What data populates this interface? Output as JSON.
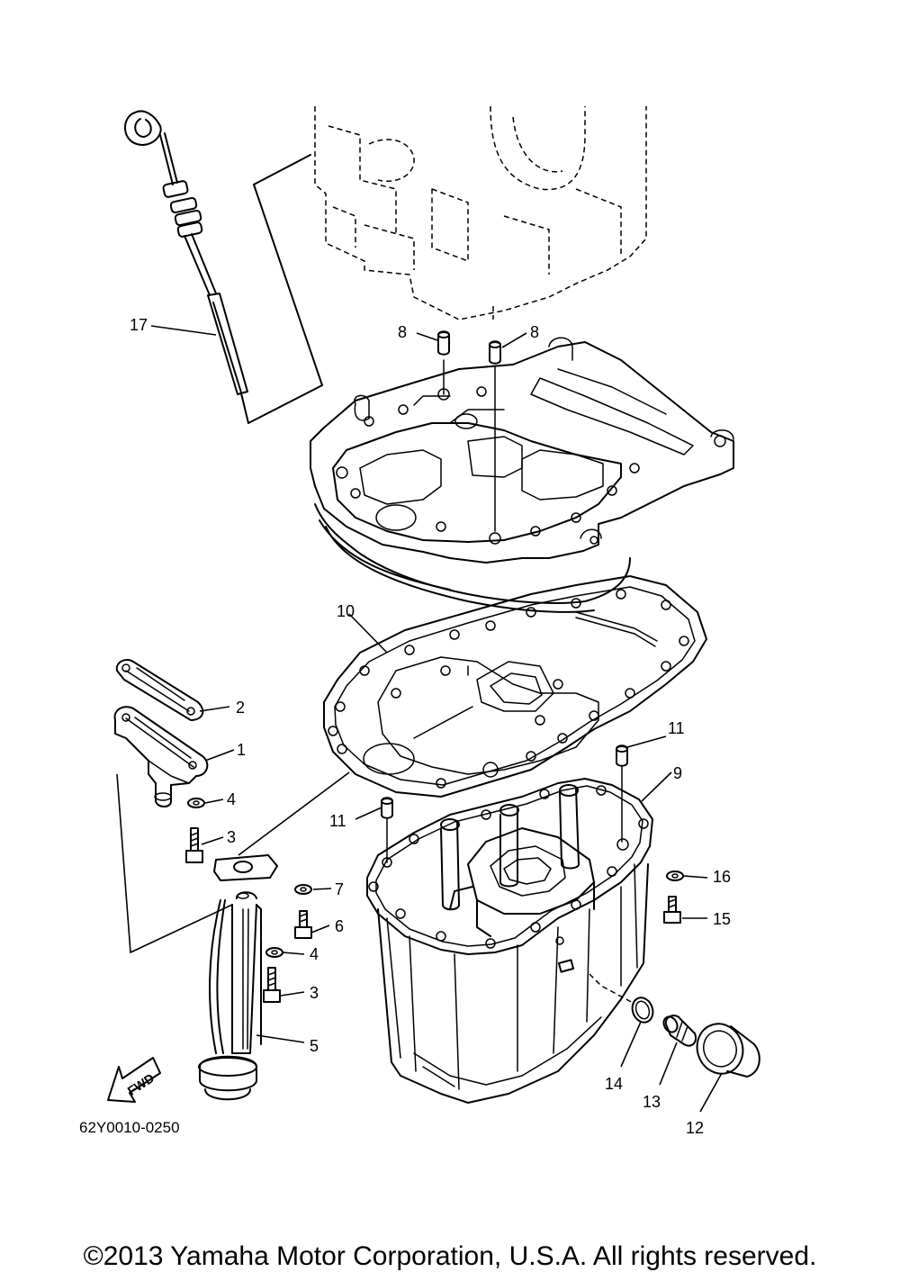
{
  "diagram": {
    "part_code": "62Y0010-0250",
    "fwd_label": "FWD",
    "copyright": "©2013 Yamaha Motor Corporation, U.S.A. All rights reserved.",
    "callouts": {
      "p1": "1",
      "p2": "2",
      "p3a": "3",
      "p3b": "3",
      "p4a": "4",
      "p4b": "4",
      "p5": "5",
      "p6": "6",
      "p7": "7",
      "p8a": "8",
      "p8b": "8",
      "p9": "9",
      "p10": "10",
      "p11a": "11",
      "p11b": "11",
      "p12": "12",
      "p13": "13",
      "p14": "14",
      "p15": "15",
      "p16": "16",
      "p17": "17"
    }
  }
}
